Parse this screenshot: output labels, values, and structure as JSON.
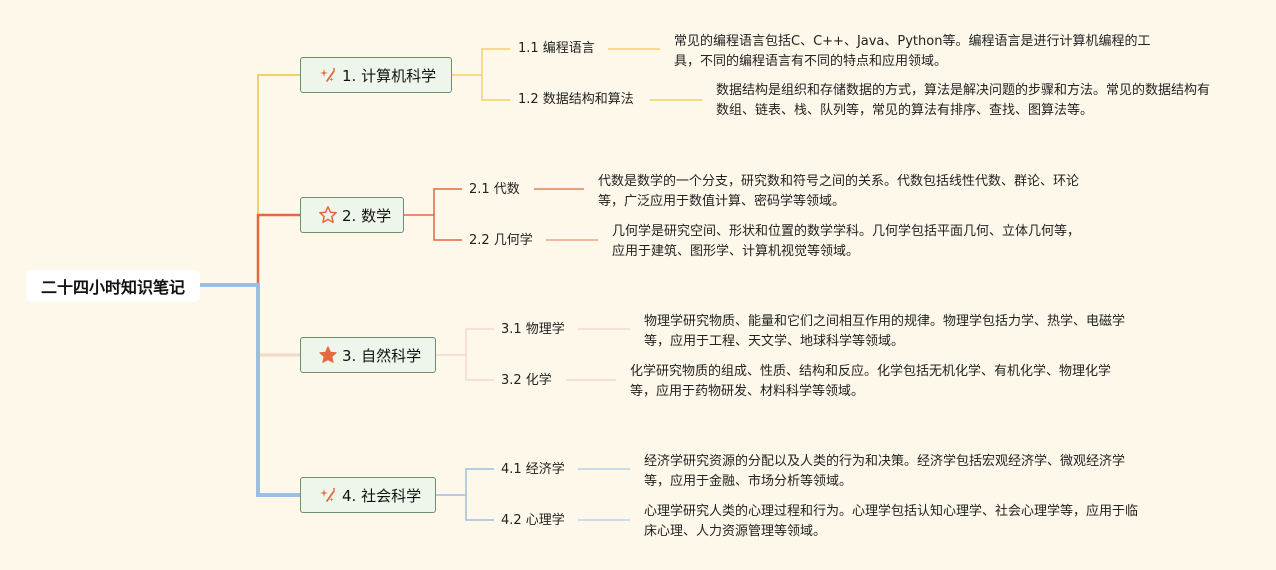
{
  "root": {
    "title": "二十四小时知识笔记"
  },
  "colors": {
    "background": "#fdf8e9",
    "branch_1": "#f5cf6b",
    "branch_2": "#e5683f",
    "branch_3": "#f3d9cc",
    "branch_4": "#9dbde3",
    "node_fill": "#eef5ea",
    "node_border": "#6f8f6f"
  },
  "branches": [
    {
      "label": "1. 计算机科学",
      "icon": "sparkle-icon",
      "children": [
        {
          "label": "1.1 编程语言",
          "desc": "常见的编程语言包括C、C++、Java、Python等。编程语言是进行计算机编程的工具，不同的编程语言有不同的特点和应用领域。"
        },
        {
          "label": "1.2 数据结构和算法",
          "desc": "数据结构是组织和存储数据的方式，算法是解决问题的步骤和方法。常见的数据结构有数组、链表、栈、队列等，常见的算法有排序、查找、图算法等。"
        }
      ]
    },
    {
      "label": "2. 数学",
      "icon": "star-outline-icon",
      "children": [
        {
          "label": "2.1 代数",
          "desc": "代数是数学的一个分支，研究数和符号之间的关系。代数包括线性代数、群论、环论等，广泛应用于数值计算、密码学等领域。"
        },
        {
          "label": "2.2 几何学",
          "desc": "几何学是研究空间、形状和位置的数学学科。几何学包括平面几何、立体几何等，应用于建筑、图形学、计算机视觉等领域。"
        }
      ]
    },
    {
      "label": "3. 自然科学",
      "icon": "star-filled-icon",
      "children": [
        {
          "label": "3.1 物理学",
          "desc": "物理学研究物质、能量和它们之间相互作用的规律。物理学包括力学、热学、电磁学等，应用于工程、天文学、地球科学等领域。"
        },
        {
          "label": "3.2 化学",
          "desc": "化学研究物质的组成、性质、结构和反应。化学包括无机化学、有机化学、物理化学等，应用于药物研发、材料科学等领域。"
        }
      ]
    },
    {
      "label": "4. 社会科学",
      "icon": "sparkle-icon",
      "children": [
        {
          "label": "4.1 经济学",
          "desc": "经济学研究资源的分配以及人类的行为和决策。经济学包括宏观经济学、微观经济学等，应用于金融、市场分析等领域。"
        },
        {
          "label": "4.2 心理学",
          "desc": "心理学研究人类的心理过程和行为。心理学包括认知心理学、社会心理学等，应用于临床心理、人力资源管理等领域。"
        }
      ]
    }
  ]
}
